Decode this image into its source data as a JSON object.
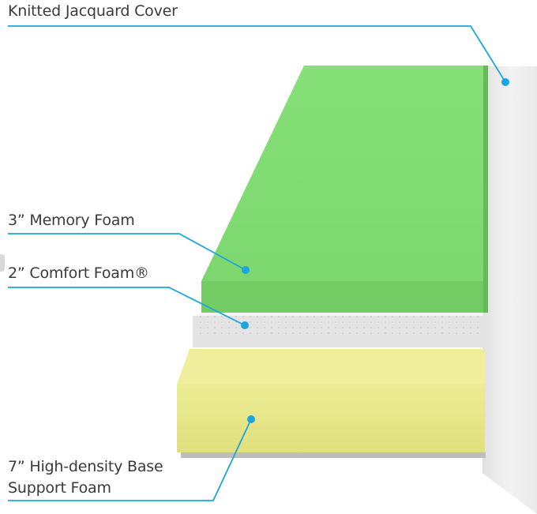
{
  "layers": {
    "cover": {
      "label": "Knitted Jacquard Cover",
      "color": "#efefef"
    },
    "memory": {
      "label": "3” Memory Foam",
      "color": "#7fdc70"
    },
    "comfort": {
      "label": "2” Comfort Foam®",
      "color": "#e6e6e6"
    },
    "base": {
      "line1": "7” High-density Base",
      "line2": "Support Foam",
      "color": "#e6e68a"
    }
  },
  "colors": {
    "leader": "#1aa6dd",
    "label_text": "#3a3a3a"
  }
}
